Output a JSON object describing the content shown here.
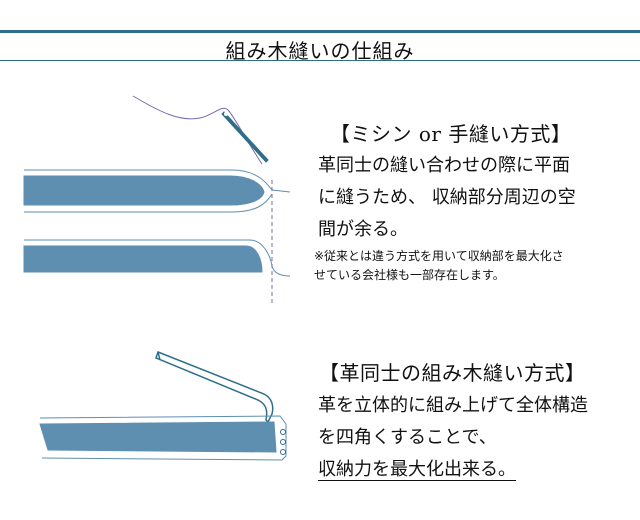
{
  "page": {
    "title": "組み木縫いの仕組み",
    "accent_color": "#2f6e8a",
    "leather_color": "#5e8fb0"
  },
  "section1": {
    "heading": "【ミシン or 手縫い方式】",
    "body_lines": [
      "革同士の縫い合わせの際に平面",
      "に縫うため、 収納部分周辺の空",
      "間が余る。"
    ],
    "note_lines": [
      "※従来とは違う方式を用いて収納部を最大化さ",
      "せている会社様も一部存在します。"
    ]
  },
  "section2": {
    "heading": "【革同士の組み木縫い方式】",
    "body_lines": [
      "革を立体的に組み上げて全体構造",
      "を四角くすることで、",
      "収納力を最大化出来る。"
    ]
  }
}
